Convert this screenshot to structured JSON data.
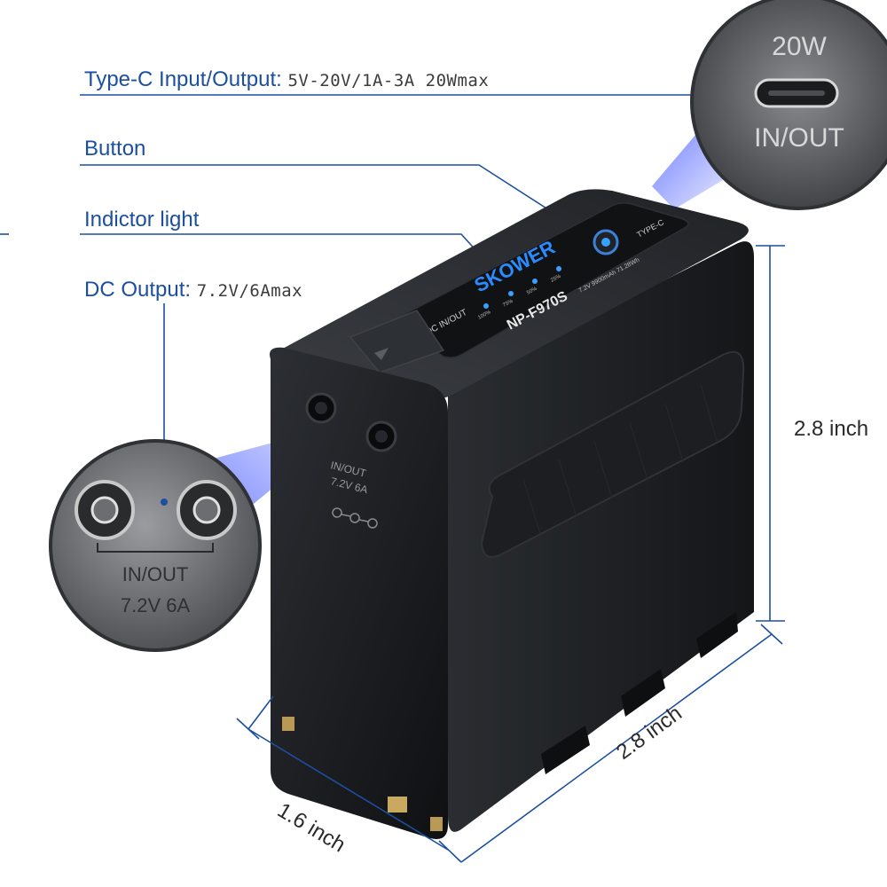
{
  "callouts": {
    "type_c": {
      "label": "Type-C Input/Output:",
      "spec": "5V-20V/1A-3A 20Wmax"
    },
    "button": {
      "label": "Button"
    },
    "indicator": {
      "label": "Indictor light"
    },
    "dc_output": {
      "label": "DC Output:",
      "spec": "7.2V/6Amax"
    }
  },
  "dimensions": {
    "height": "2.8 inch",
    "length": "2.8 inch",
    "width": "1.6 inch"
  },
  "port_zoom": {
    "power": "20W",
    "port": "IN/OUT"
  },
  "dc_zoom": {
    "port": "IN/OUT",
    "rating": "7.2V  6A"
  },
  "battery": {
    "brand": "SKOWER",
    "model": "NP-F970S",
    "spec": "7.2V 9900mAh 71.28Wh",
    "dc_label": "DC IN/OUT",
    "typec_label": "TYPE-C",
    "levels": [
      "100%",
      "75%",
      "50%",
      "25%"
    ],
    "dc_port_text": "IN/OUT",
    "dc_port_rating": "7.2V  6A"
  },
  "colors": {
    "accent": "#1c4fa0",
    "battery_body": "#17191c",
    "indicator_led": "#3aa0ff"
  }
}
